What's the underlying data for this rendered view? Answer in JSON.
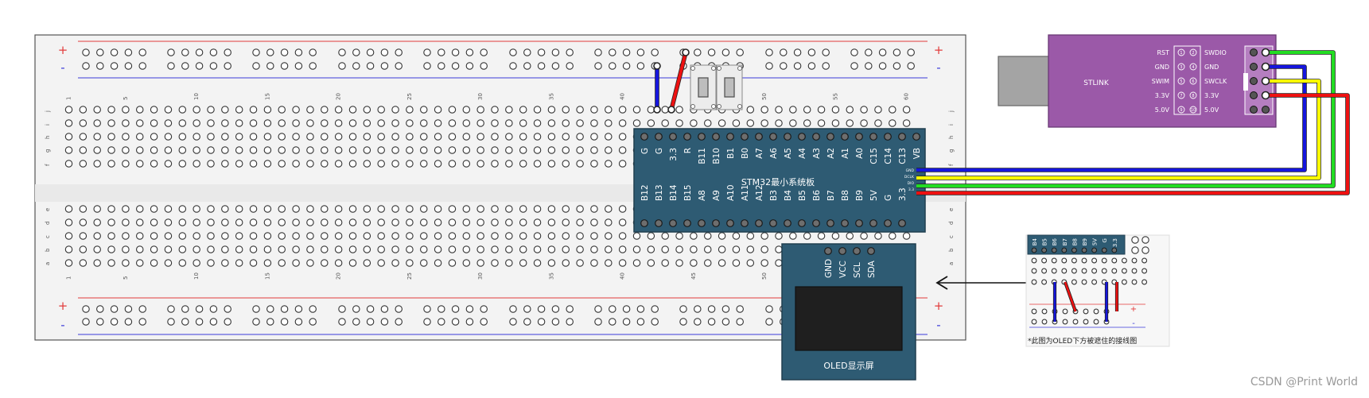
{
  "breadboard": {
    "plus": "+",
    "minus": "-",
    "column_numbers": [
      "1",
      "5",
      "10",
      "15",
      "20",
      "25",
      "30",
      "35",
      "40",
      "45",
      "50",
      "55",
      "60"
    ],
    "row_letters_top": [
      "j",
      "i",
      "h",
      "g",
      "f"
    ],
    "row_letters_bottom": [
      "e",
      "d",
      "c",
      "b",
      "a"
    ]
  },
  "mcu": {
    "title": "STM32最小系统板",
    "top_pins": [
      "G",
      "G",
      "3.3",
      "R",
      "B11",
      "B10",
      "B1",
      "B0",
      "A7",
      "A6",
      "A5",
      "A4",
      "A3",
      "A2",
      "A1",
      "A0",
      "C15",
      "C14",
      "C13",
      "VB"
    ],
    "bottom_pins": [
      "B12",
      "B13",
      "B14",
      "B15",
      "A8",
      "A9",
      "A10",
      "A11",
      "A12",
      "B3",
      "B4",
      "B5",
      "B6",
      "B7",
      "B8",
      "B9",
      "5V",
      "G",
      "3.3"
    ],
    "side_pins": [
      "GND",
      "DCLK",
      "DIO",
      "3.3"
    ]
  },
  "oled": {
    "pins": [
      "GND",
      "VCC",
      "SCL",
      "SDA"
    ],
    "label": "OLED显示屏"
  },
  "stlink": {
    "label": "STLINK",
    "left_pins": [
      "RST",
      "GND",
      "SWIM",
      "3.3V",
      "5.0V"
    ],
    "right_pins": [
      "SWDIO",
      "GND",
      "SWCLK",
      "3.3V",
      "5.0V"
    ],
    "pin_numbers_left": [
      "1",
      "3",
      "5",
      "7",
      "9"
    ],
    "pin_numbers_right": [
      "2",
      "4",
      "6",
      "8",
      "10"
    ]
  },
  "inset": {
    "pins": [
      "B4",
      "B5",
      "B6",
      "B7",
      "B8",
      "B9",
      "5V",
      "G",
      "3.3"
    ],
    "plus": "+",
    "minus": "-",
    "caption": "*此图为OLED下方被遮住的接线图"
  },
  "wire_colors": {
    "red": "#ee1111",
    "blue": "#1515dd",
    "yellow": "#ffff00",
    "green": "#22dd22"
  },
  "watermark": "CSDN @Print World"
}
